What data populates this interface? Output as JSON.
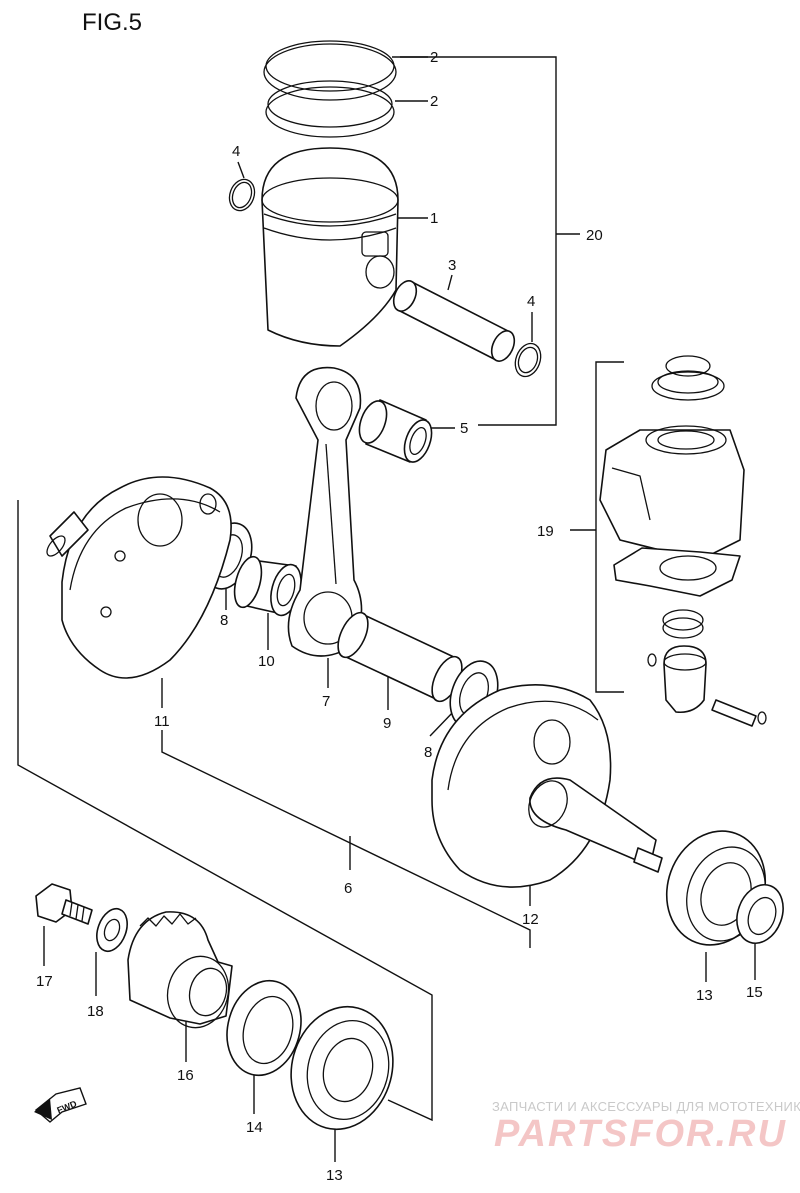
{
  "figure": {
    "title": "FIG.5"
  },
  "parts": [
    {
      "id": "piston-ring-upper",
      "label": "2"
    },
    {
      "id": "piston-ring-lower",
      "label": "2"
    },
    {
      "id": "circlip-left",
      "label": "4"
    },
    {
      "id": "piston",
      "label": "1"
    },
    {
      "id": "piston-set-bracket",
      "label": "20"
    },
    {
      "id": "piston-pin",
      "label": "3"
    },
    {
      "id": "circlip-right",
      "label": "4"
    },
    {
      "id": "small-end-bearing",
      "label": "5"
    },
    {
      "id": "cylinder-gasket-set",
      "label": "19"
    },
    {
      "id": "thrust-washer-left",
      "label": "8"
    },
    {
      "id": "big-end-bearing",
      "label": "10"
    },
    {
      "id": "connecting-rod",
      "label": "7"
    },
    {
      "id": "crank-pin",
      "label": "9"
    },
    {
      "id": "thrust-washer-right",
      "label": "8"
    },
    {
      "id": "crank-left",
      "label": "11"
    },
    {
      "id": "crankshaft-assembly",
      "label": "6"
    },
    {
      "id": "crank-right",
      "label": "12"
    },
    {
      "id": "bearing-right",
      "label": "13"
    },
    {
      "id": "oil-seal-right",
      "label": "15"
    },
    {
      "id": "bolt",
      "label": "17"
    },
    {
      "id": "washer",
      "label": "18"
    },
    {
      "id": "primary-gear",
      "label": "16"
    },
    {
      "id": "oil-seal-left",
      "label": "14"
    },
    {
      "id": "bearing-left",
      "label": "13"
    }
  ],
  "direction_marker": {
    "text": "FWD"
  },
  "watermark": {
    "tagline": "ЗАПЧАСТИ И АКСЕССУАРЫ ДЛЯ МОТОТЕХНИКИ",
    "brand": "PARTSFOR.RU"
  }
}
